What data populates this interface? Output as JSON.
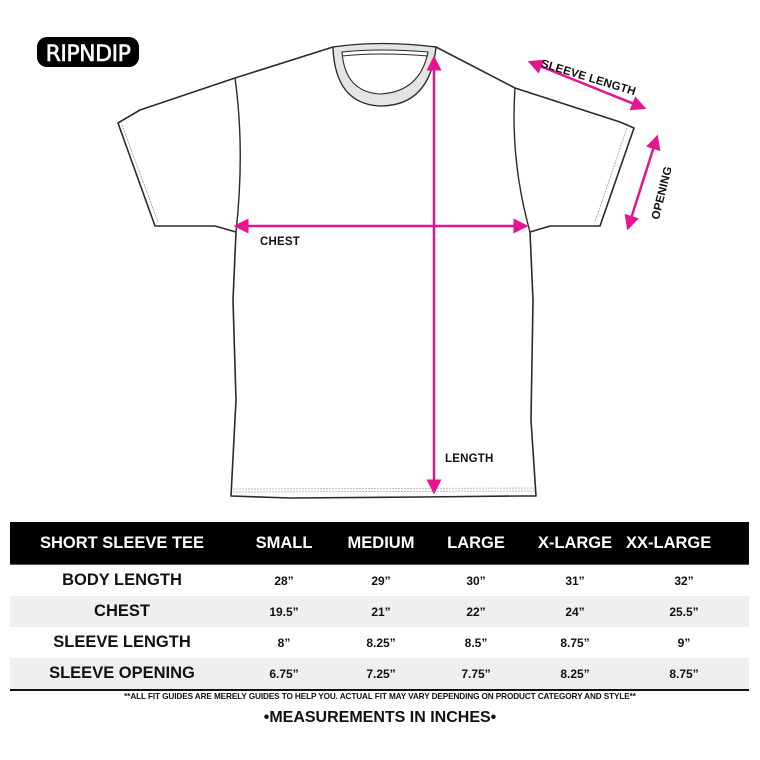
{
  "brand": {
    "logo_text": "RIPNDIP"
  },
  "diagram": {
    "arrow_color": "#e5158f",
    "outline_color": "#2a2a2a",
    "collar_color": "#e4e4e4",
    "labels": {
      "sleeve_length": "SLEEVE LENGTH",
      "opening": "OPENING",
      "chest": "CHEST",
      "length": "LENGTH"
    }
  },
  "size_chart": {
    "header": [
      "SHORT SLEEVE TEE",
      "SMALL",
      "MEDIUM",
      "LARGE",
      "X-LARGE",
      "XX-LARGE"
    ],
    "rows": [
      {
        "label": "BODY LENGTH",
        "values": [
          "28”",
          "29”",
          "30”",
          "31”",
          "32”"
        ]
      },
      {
        "label": "CHEST",
        "values": [
          "19.5”",
          "21”",
          "22”",
          "24”",
          "25.5”"
        ]
      },
      {
        "label": "SLEEVE LENGTH",
        "values": [
          "8”",
          "8.25”",
          "8.5”",
          "8.75”",
          "9”"
        ]
      },
      {
        "label": "SLEEVE OPENING",
        "values": [
          "6.75”",
          "7.25”",
          "7.75”",
          "8.25”",
          "8.75”"
        ]
      }
    ],
    "header_bg": "#000000",
    "alt_row_bg": "#efefef"
  },
  "footer": {
    "disclaimer": "**ALL FIT GUIDES ARE MERELY GUIDES TO HELP YOU. ACTUAL FIT MAY VARY DEPENDING ON PRODUCT CATEGORY AND STYLE**",
    "units_note": "•MEASUREMENTS IN INCHES•"
  }
}
